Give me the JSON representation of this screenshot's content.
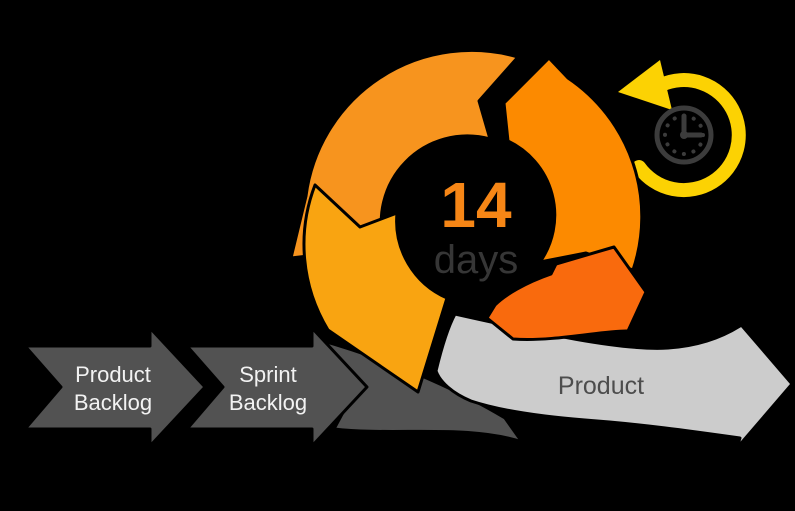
{
  "background_color": "#000000",
  "flow": {
    "steps": [
      {
        "label": "Product Backlog",
        "label_lines": [
          "Product",
          "Backlog"
        ],
        "color": "#525252",
        "text_color": "#F2F2F2"
      },
      {
        "label": "Sprint Backlog",
        "label_lines": [
          "Sprint",
          "Backlog"
        ],
        "color": "#525252",
        "text_color": "#F2F2F2"
      }
    ],
    "connector_color": "#525252",
    "output": {
      "label": "Product",
      "color": "#CCCCCC",
      "text_color": "#4D4D4D"
    }
  },
  "cycle": {
    "duration_value": "14",
    "duration_unit": "days",
    "duration_value_color": "#F68616",
    "duration_unit_color": "#363636",
    "segment_colors": {
      "top_left": "#F7941E",
      "right": "#FC8A00",
      "bottom_right": "#F96A0D",
      "bottom_left": "#F9A411"
    }
  },
  "icons": {
    "clock": {
      "name": "clock-icon",
      "time_shown": "3:00",
      "color": "#3C3C3C"
    },
    "refresh": {
      "name": "counterclockwise-arrow-icon",
      "color": "#FCD203"
    }
  }
}
